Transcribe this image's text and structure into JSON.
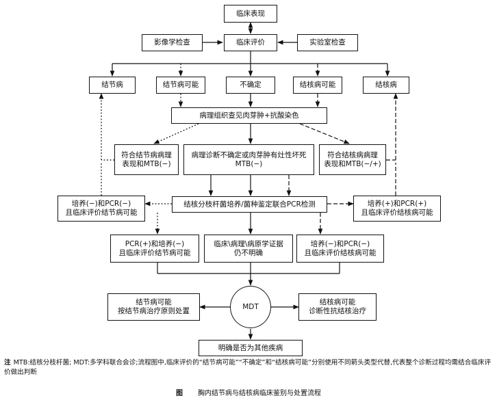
{
  "nodes": {
    "clinical_presentation": "临床表现",
    "clinical_evaluation": "临床评价",
    "imaging": "影像学检查",
    "laboratory": "实验室检查",
    "sarcoidosis": "结节病",
    "sarcoidosis_possible": "结节病可能",
    "uncertain": "不确定",
    "tb_possible": "结核病可能",
    "tuberculosis": "结核病",
    "pathology_stain": "病理组织查见肉芽肿+抗酸染色",
    "path_sarcoid": "符合结节病病理\n表现和MTB(−)",
    "path_uncertain": "病理诊断不确定或肉芽肿有灶性坏死\nMTB(−)",
    "path_tb": "符合结核病病理\n表现和MTB(−/+)",
    "culture_neg_left": "培养(−)和PCR(−)\n且临床评价结节病可能",
    "culture_pcr": "结核分枝杆菌培养/菌种鉴定联合PCR检测",
    "culture_pos_right": "培养(+)和PCR(+)\n且临床评价结核病可能",
    "pcr_pos_sarcoid": "PCR(+)和培养(−)\n且临床评价结节病可能",
    "still_unclear": "临床\\病理\\病原学证据\n仍不明确",
    "culture_neg_tb": "培养(−)和PCR(−)\n且临床评价结核病可能",
    "mdt": "MDT",
    "treat_sarcoid": "结节病可能\n按结节病治疗原则处置",
    "treat_tb": "结核病可能\n诊断性抗结核治疗",
    "other_disease": "明确是否为其他疾病"
  },
  "note_label": "注",
  "note_text": "MTB:结核分枝杆菌; MDT:多学科联合会诊;流程图中,临床评价的“结节病可能”“不确定”和“结核病可能”分别使用不同箭头类型代替,代表整个诊断过程均需结合临床评价做出判断",
  "caption_label": "图",
  "caption_text": "胸内结节病与结核病临床鉴别与处置流程",
  "colors": {
    "line": "#111111",
    "background": "#ffffff"
  }
}
